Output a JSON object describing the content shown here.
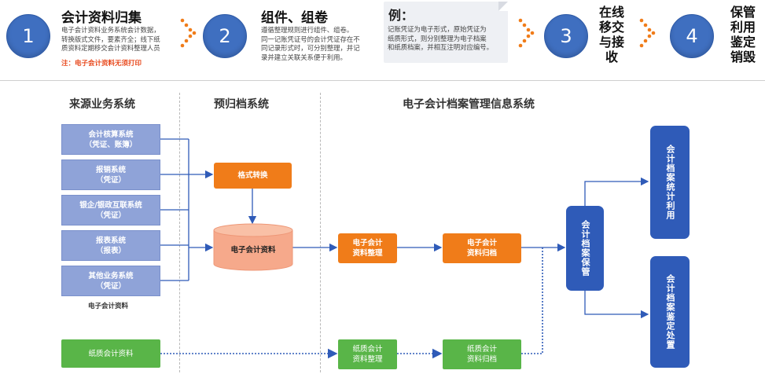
{
  "steps": [
    {
      "number": "1",
      "title": "会计资料归集",
      "desc_lines": [
        "电子会计资料业务系统会计数据，",
        "转换版式文件，要素齐全；线下纸",
        "质资料定期移交会计资料整理人员"
      ],
      "note": "注：电子会计资料无须打印"
    },
    {
      "number": "2",
      "title": "组件、组卷",
      "desc_lines": [
        "遵循整理规则进行组件、组卷。",
        "同一记账凭证号的会计凭证存在不",
        "同记录形式时，可分别整理，并记",
        "录并建立关联关系便于利用。"
      ]
    },
    {
      "number": "3",
      "title_lines": [
        "在线",
        "移交",
        "与接",
        "收"
      ]
    },
    {
      "number": "4",
      "title_lines": [
        "保管",
        "利用",
        "鉴定",
        "销毁"
      ]
    }
  ],
  "example": {
    "title": "例：",
    "lines": [
      "记账凭证为电子形式，原始凭证为",
      "纸质形式，则分别整理为电子档案",
      "和纸质档案，并相互注明对应编号。"
    ]
  },
  "sections": {
    "source": "来源业务系统",
    "prearchive": "预归档系统",
    "eams": "电子会计档案管理信息系统"
  },
  "source_systems": [
    {
      "lines": [
        "会计核算系统",
        "（凭证、账簿）"
      ]
    },
    {
      "lines": [
        "报销系统",
        "（凭证）"
      ]
    },
    {
      "lines": [
        "银企/银政互联系统",
        "（凭证）"
      ]
    },
    {
      "lines": [
        "报表系统",
        "（报表）"
      ]
    },
    {
      "lines": [
        "其他业务系统",
        "（凭证）"
      ]
    }
  ],
  "source_caption": "电子会计资料",
  "format_conversion": "格式转换",
  "cylinder_label": "电子会计资料",
  "e_organize": [
    "电子会计",
    "资料整理"
  ],
  "e_archive": [
    "电子会计",
    "资料归档"
  ],
  "paper_source": "纸质会计资料",
  "p_organize": [
    "纸质会计",
    "资料整理"
  ],
  "p_archive": [
    "纸质会计",
    "资料归档"
  ],
  "custody": "会计档案保管",
  "stats_use": "会计档案统计利用",
  "appraise": "会计档案鉴定处置",
  "colors": {
    "step_circle": "#3f6fc0",
    "chevron": "#f07c19",
    "source_box": "#8fa3d8",
    "orange_box": "#f07c19",
    "green_box": "#59b548",
    "blue_box": "#2f5bb8",
    "note_red": "#e8491d"
  }
}
